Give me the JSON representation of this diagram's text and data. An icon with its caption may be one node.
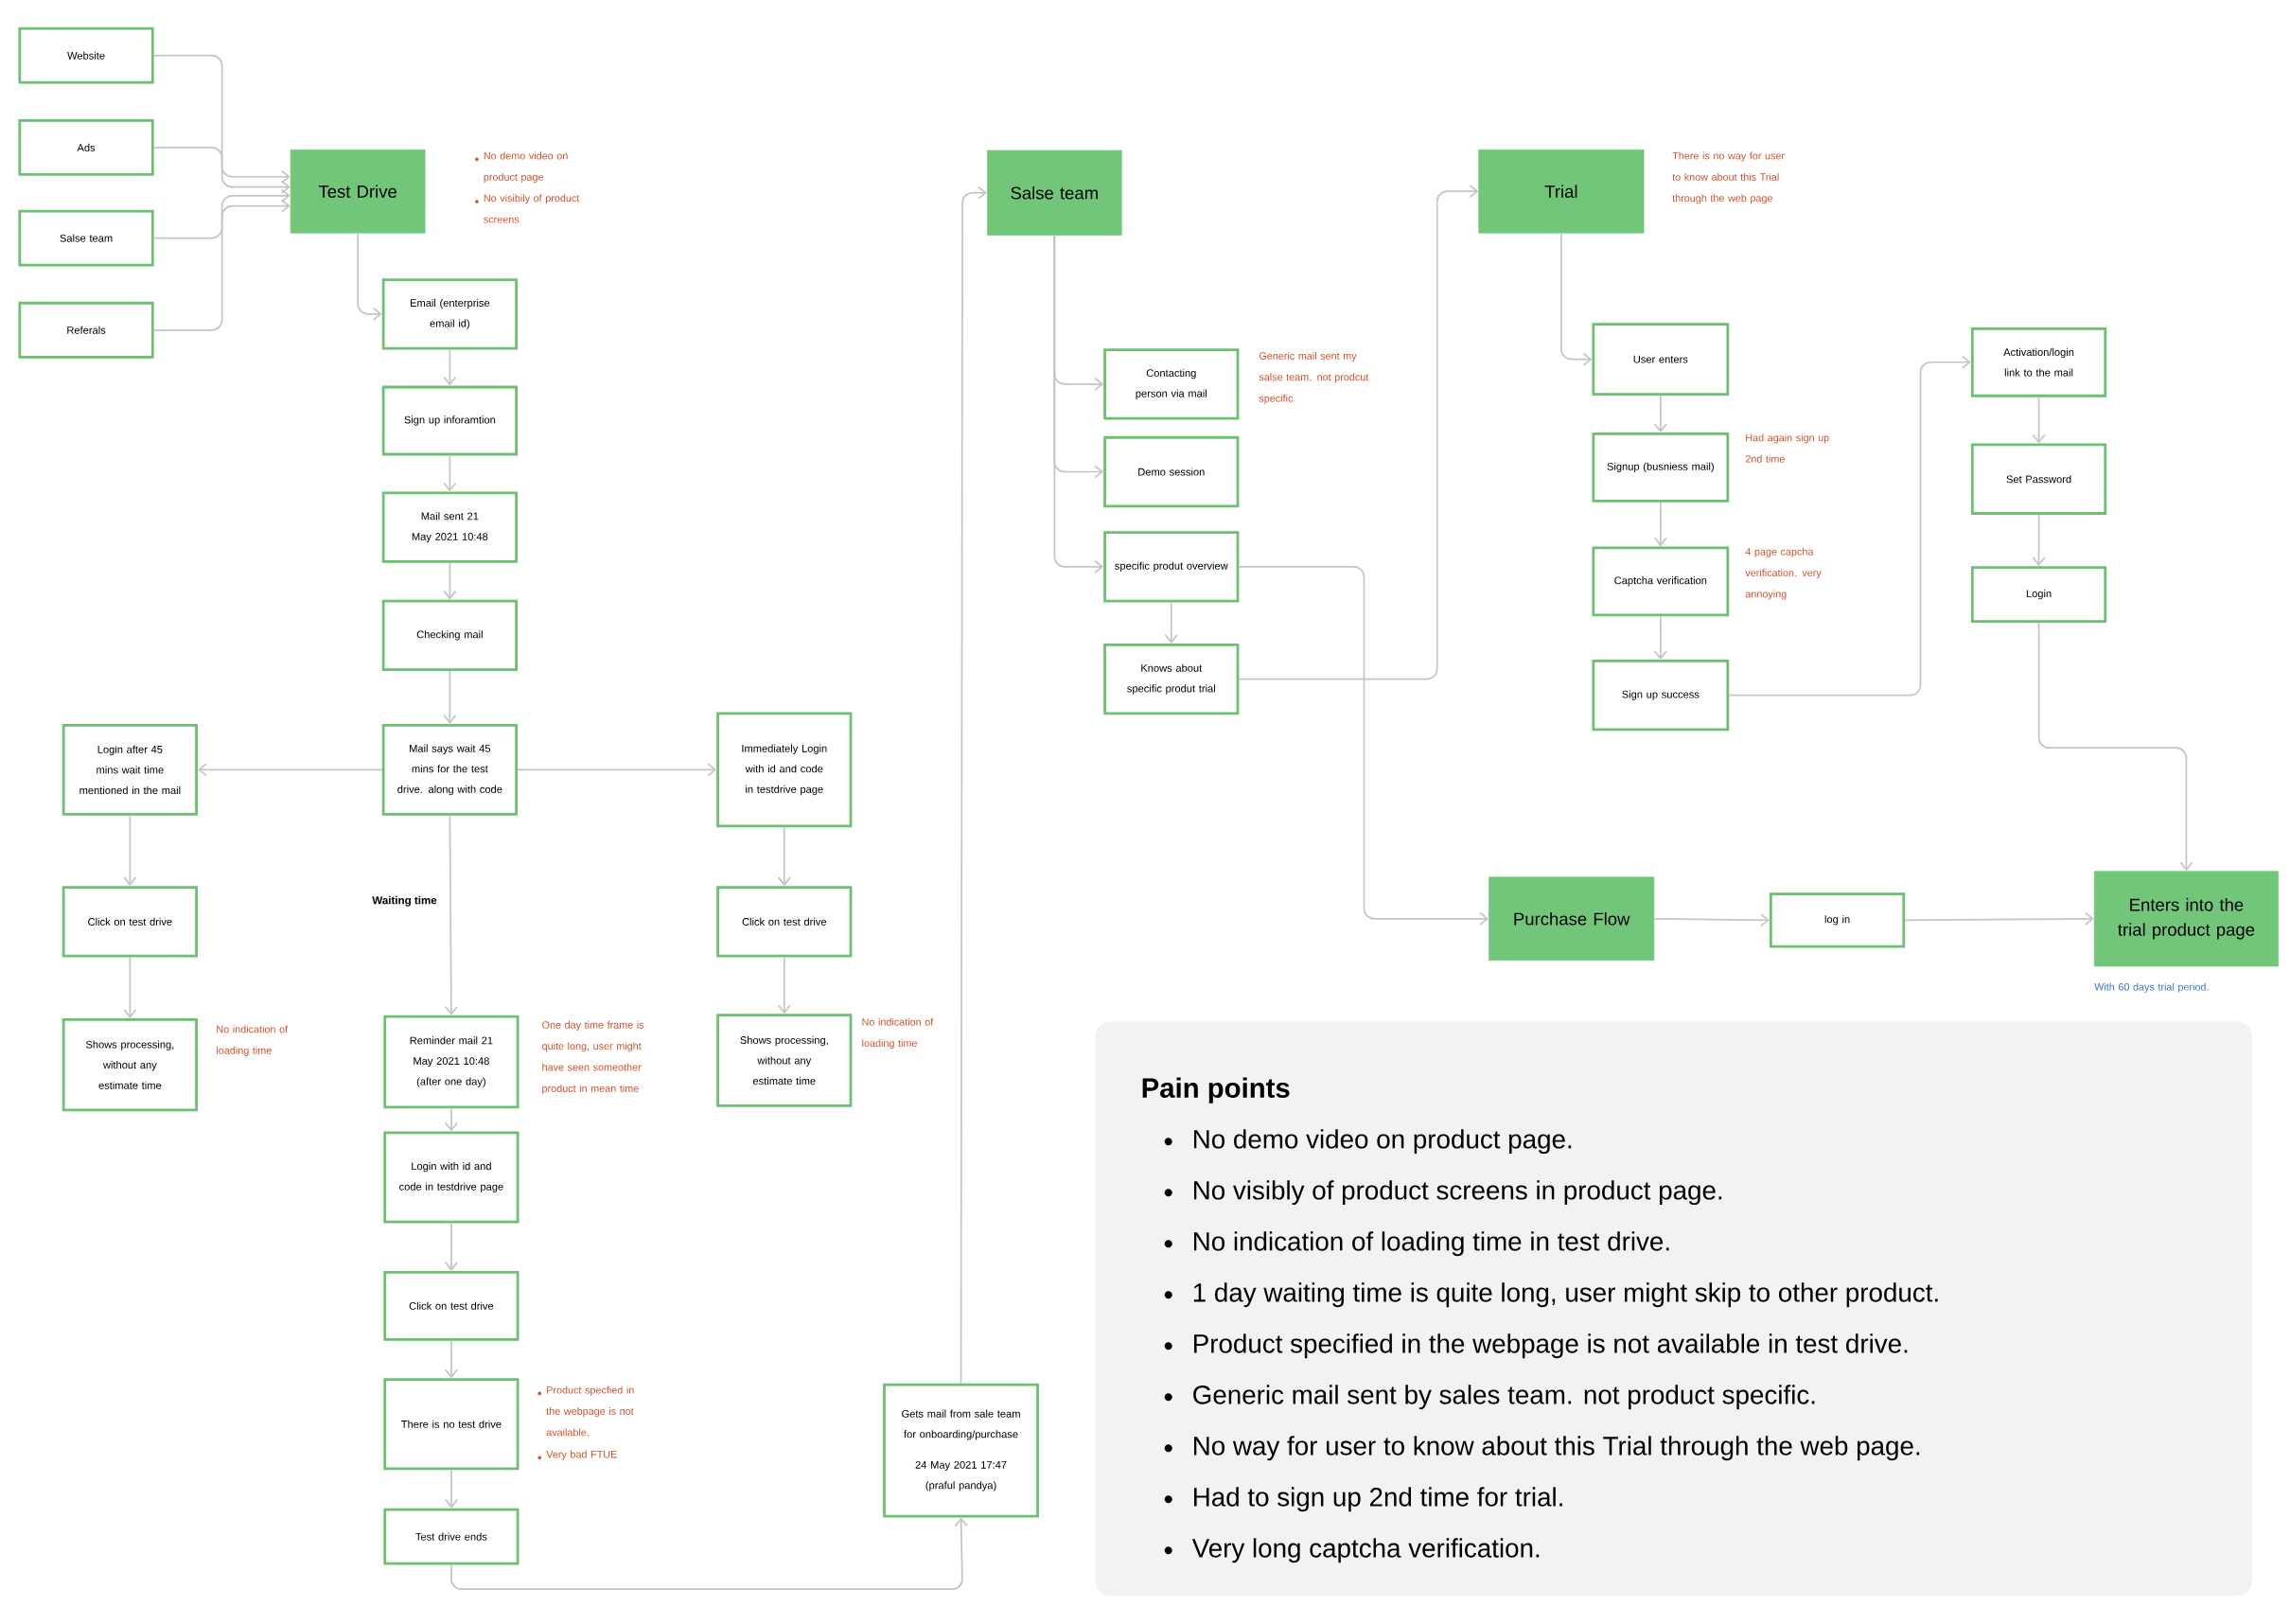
{
  "diagram": {
    "nodes": [
      {
        "text": [
          "Website"
        ]
      },
      {
        "text": [
          "Ads"
        ]
      },
      {
        "text": [
          "Salse team"
        ]
      },
      {
        "text": [
          "Referals"
        ]
      },
      {
        "text": [
          "Test Drive"
        ],
        "beside": [
          "No demo video on product page",
          "No visibily of product screens"
        ]
      },
      {
        "text": [
          "Email (enterprise email id)"
        ]
      },
      {
        "text": [
          "Sign up inforamtion"
        ]
      },
      {
        "text": [
          "Mail sent 21 May 2021 10:48"
        ]
      },
      {
        "text": [
          "Checking mail"
        ]
      },
      {
        "text": [
          "Mail says wait 45 mins for the test drive. along with code"
        ]
      },
      {
        "text": [
          "Login after 45 mins wait time mentioned in the mail"
        ]
      },
      {
        "text": [
          "Immediately Login with id and code in testdrive page"
        ]
      },
      {
        "text": [
          "Click on test drive"
        ]
      },
      {
        "text": [
          "Shows processing, without any estimate time"
        ],
        "beside": [
          "No indication of loading time"
        ]
      },
      {
        "text": [
          "Click on test drive"
        ]
      },
      {
        "text": [
          "Shows processing, without any estimate time"
        ],
        "beside": [
          "No indication of loading time"
        ]
      },
      {
        "text": [
          "Reminder mail 21 May 2021 10:48 (after one day)"
        ],
        "beside": [
          "One day time frame is quite long, user might have seen someother product in mean time"
        ]
      },
      {
        "text": [
          "Login with id and code in testdrive page"
        ]
      },
      {
        "text": [
          "Click on test drive"
        ]
      },
      {
        "text": [
          "There is no test drive"
        ],
        "beside": [
          "Product specfied in the webpage is not available.",
          "Very bad FTUE"
        ]
      },
      {
        "text": [
          "Test drive ends"
        ]
      },
      {
        "text": [
          "Gets mail from sale team for onboarding/purchase",
          "24 May 2021 17:47 (praful pandya)"
        ]
      },
      {
        "text": [
          "Salse team"
        ]
      },
      {
        "text": [
          "Contacting person via mail"
        ],
        "beside": [
          "Generic mail sent my salse team. not prodcut specific."
        ]
      },
      {
        "text": [
          "Demo session"
        ]
      },
      {
        "text": [
          "specific produt overview"
        ]
      },
      {
        "text": [
          "Knows about specific produt trial"
        ]
      },
      {
        "text": [
          "Trial"
        ],
        "beside": [
          "There is no way for user to know about this Trial through the web page"
        ]
      },
      {
        "text": [
          "User enters"
        ]
      },
      {
        "text": [
          "Signup (busniess mail)"
        ],
        "beside": [
          "Had again sign up 2nd time"
        ]
      },
      {
        "text": [
          "Captcha verification"
        ],
        "beside": [
          "4 page capcha verification. very annoying"
        ]
      },
      {
        "text": [
          "Sign up success"
        ]
      },
      {
        "text": [
          "Activation/login link to the mail"
        ]
      },
      {
        "text": [
          "Set Password"
        ]
      },
      {
        "text": [
          "Login"
        ]
      },
      {
        "text": [
          "Purchase Flow"
        ]
      },
      {
        "text": [
          "log in"
        ]
      },
      {
        "text": [
          "Enters into the trial product page"
        ],
        "beside": [
          "With 60 days trial period."
        ]
      },
      {
        "text": [
          "Pain points",
          "No demo video on product page.",
          "No visibly of product screens in product page.",
          "No indication of loading time in test drive.",
          "1 day waiting time is quite long, user might skip to other product.",
          "Product specified in the webpage is not available in test drive.",
          "Generic mail sent by sales team. not product specific.",
          "No way for user to know about this Trial through the web page.",
          "Had to sign up 2nd time for trial.",
          "Very long captcha verification."
        ]
      }
    ],
    "edges": [
      {
        "from": 0,
        "to": 4,
        "arrow": "to"
      },
      {
        "from": 1,
        "to": 4,
        "arrow": "to"
      },
      {
        "from": 2,
        "to": 4,
        "arrow": "to"
      },
      {
        "from": 3,
        "to": 4,
        "arrow": "to"
      },
      {
        "from": 4,
        "to": 5,
        "arrow": "to"
      },
      {
        "from": 5,
        "to": 6,
        "arrow": "to"
      },
      {
        "from": 6,
        "to": 7,
        "arrow": "to"
      },
      {
        "from": 7,
        "to": 8,
        "arrow": "to"
      },
      {
        "from": 8,
        "to": 9,
        "arrow": "to"
      },
      {
        "from": 9,
        "to": 10,
        "arrow": "to"
      },
      {
        "from": 9,
        "to": 11,
        "arrow": "to"
      },
      {
        "from": 9,
        "to": 16,
        "arrow": "to",
        "label": "Waiting time"
      },
      {
        "from": 10,
        "to": 12,
        "arrow": "to"
      },
      {
        "from": 12,
        "to": 13,
        "arrow": "to"
      },
      {
        "from": 11,
        "to": 14,
        "arrow": "to"
      },
      {
        "from": 14,
        "to": 15,
        "arrow": "to"
      },
      {
        "from": 16,
        "to": 17,
        "arrow": "to"
      },
      {
        "from": 17,
        "to": 18,
        "arrow": "to"
      },
      {
        "from": 18,
        "to": 19,
        "arrow": "to"
      },
      {
        "from": 19,
        "to": 20,
        "arrow": "to"
      },
      {
        "from": 20,
        "to": 21,
        "arrow": "to"
      },
      {
        "from": 21,
        "to": 22,
        "arrow": "to"
      },
      {
        "from": 22,
        "to": 23,
        "arrow": "to"
      },
      {
        "from": 22,
        "to": 24,
        "arrow": "to"
      },
      {
        "from": 22,
        "to": 25,
        "arrow": "to"
      },
      {
        "from": 25,
        "to": 26,
        "arrow": "to"
      },
      {
        "from": 25,
        "to": 35,
        "arrow": "to"
      },
      {
        "from": 26,
        "to": 27,
        "arrow": "to"
      },
      {
        "from": 27,
        "to": 28,
        "arrow": "to"
      },
      {
        "from": 28,
        "to": 29,
        "arrow": "to"
      },
      {
        "from": 29,
        "to": 30,
        "arrow": "to"
      },
      {
        "from": 30,
        "to": 31,
        "arrow": "to"
      },
      {
        "from": 31,
        "to": 32,
        "arrow": "to"
      },
      {
        "from": 32,
        "to": 33,
        "arrow": "to"
      },
      {
        "from": 33,
        "to": 34,
        "arrow": "to"
      },
      {
        "from": 34,
        "to": 37,
        "arrow": "to"
      },
      {
        "from": 35,
        "to": 36,
        "arrow": "to"
      },
      {
        "from": 36,
        "to": 37,
        "arrow": "to"
      }
    ]
  }
}
